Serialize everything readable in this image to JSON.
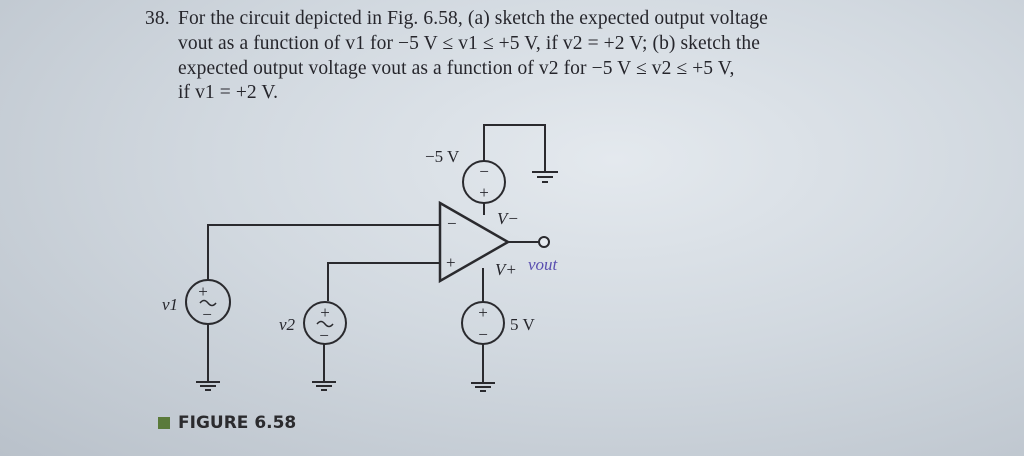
{
  "problem": {
    "number": "38.",
    "lines": [
      "For the circuit depicted in Fig. 6.58, (a) sketch the expected output voltage",
      "vout as a function of v1 for −5 V ≤ v1 ≤ +5 V, if v2 = +2 V; (b) sketch the",
      "expected output voltage vout as a function of v2 for −5 V ≤ v2 ≤ +5 V,",
      "if v1 = +2 V."
    ]
  },
  "circuit": {
    "neg_supply": "−5 V",
    "pos_supply": "5 V",
    "v_minus": "V−",
    "v_plus": "V+",
    "vout": "vout",
    "v1": "v1",
    "v2": "v2",
    "minus": "−",
    "plus": "+",
    "vout_color": "#5a4fb0"
  },
  "caption": "FIGURE 6.58"
}
